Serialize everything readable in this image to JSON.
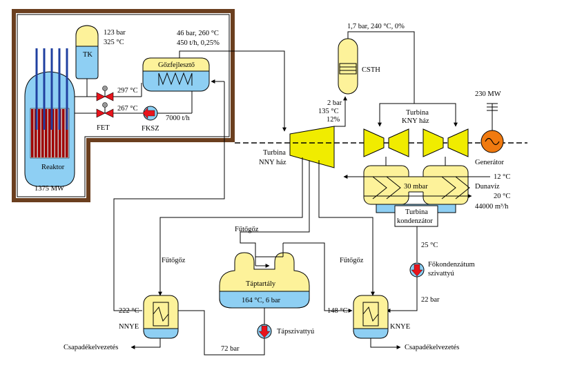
{
  "containment": {
    "tk_label": "TK",
    "reactor_label": "Reaktor",
    "reactor_power": "1375 MW",
    "pressurizer_pressure": "123 bar",
    "pressurizer_temp": "325 °C",
    "hot_leg_temp": "297 °C",
    "cold_leg_temp": "267 °C",
    "fet_label": "FET",
    "fksz_label": "FKSZ",
    "primary_flow": "7000 t/h"
  },
  "steam_generator": {
    "label": "Gőzfejlesztő",
    "steam_params_1": "46 bar, 260 °C",
    "steam_params_2": "450 t/h, 0,25%"
  },
  "csth": {
    "label": "CSTH",
    "exit_params": "1,7 bar, 240 °C, 0%",
    "inlet_pressure": "2 bar",
    "inlet_temp": "135 °C",
    "inlet_moisture": "12%"
  },
  "turbines": {
    "hp_label_1": "Turbina",
    "hp_label_2": "NNY ház",
    "lp_label_1": "Turbina",
    "lp_label_2": "KNY ház",
    "power": "230 MW",
    "generator_label": "Generátor"
  },
  "condenser": {
    "pressure": "30 mbar",
    "label_1": "Turbina",
    "label_2": "kondenzátor",
    "cooling_in_temp": "12 °C",
    "cooling_source": "Dunavíz",
    "cooling_out_temp": "20 °C",
    "cooling_flow": "44000 m³/h"
  },
  "condensate": {
    "temp": "25 °C",
    "pump_label_1": "Főkondenzátum",
    "pump_label_2": "szivattyú",
    "pressure": "22 bar"
  },
  "heaters": {
    "heating_steam_left": "Fűtőgőz",
    "heating_steam_center": "Fűtőgőz",
    "heating_steam_right": "Fűtőgőz",
    "hp_heater_label": "NNYE",
    "hp_heater_temp": "222 °C",
    "lp_heater_label": "KNYE",
    "lp_heater_temp": "148 °C",
    "drain_left": "Csapadékelvezetés",
    "drain_right": "Csapadékelvezetés"
  },
  "feedwater_tank": {
    "label": "Táptartály",
    "params": "164 °C, 6 bar",
    "pump_label": "Tápszivattyú",
    "pump_pressure": "72 bar"
  },
  "colors": {
    "water": "#8ecff3",
    "steam": "#fdf29a",
    "turbine": "#f0ec00",
    "pump_arrow": "#e8141c",
    "valve": "#e8141c",
    "containment": "#6b3f1f",
    "generator": "#f07a10",
    "fuel_rods": "#a00000"
  }
}
